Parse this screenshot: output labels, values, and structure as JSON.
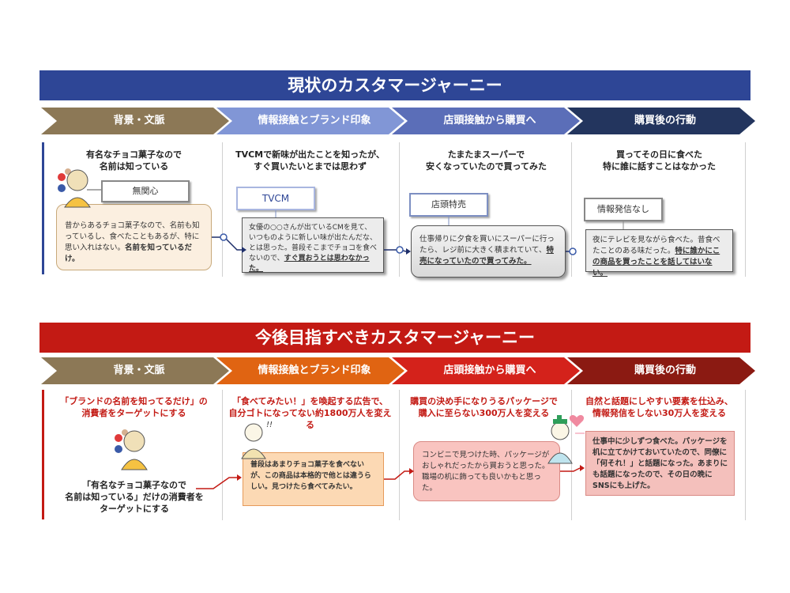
{
  "current": {
    "title": "現状のカスタマージャーニー",
    "stages": [
      "背景・文脈",
      "情報接触とブランド印象",
      "店頭接触から購買へ",
      "購買後の行動"
    ],
    "stage_colors": [
      "#8c7856",
      "#8196d6",
      "#5b6eb8",
      "#23355e"
    ],
    "headings": [
      "有名なチョコ菓子なので\n名前は知っている",
      "TVCMで新味が出たことを知ったが、\nすぐ買いたいとまでは思わず",
      "たまたまスーパーで\n安くなっていたので買ってみた",
      "買ってその日に食べた\n特に誰に話すことはなかった"
    ],
    "tags": [
      "無関心",
      "TVCM",
      "店頭特売",
      "情報発信なし"
    ],
    "bodies": [
      {
        "plain": "昔からあるチョコ菓子なので、名前も知っているし、食べたこともあるが、特に思い入れはない。",
        "bold": "名前を知っているだけ。"
      },
      {
        "plain": "女優の○○さんが出ているCMを見て、いつものように新しい味が出たんだな、とは思った。普段そこまでチョコを食べないので、",
        "bold": "すぐ買おうとは思わなかった。"
      },
      {
        "plain": "仕事帰りに夕食を買いにスーパーに行ったら、レジ前に大きく積まれていて、",
        "bold": "特売になっていたので買ってみた。"
      },
      {
        "plain": "夜にテレビを見ながら食べた。昔食べたことのある味だった。",
        "bold": "特に誰かにこの商品を買ったことを話してはいない。"
      }
    ]
  },
  "future": {
    "title": "今後目指すべきカスタマージャーニー",
    "stages": [
      "背景・文脈",
      "情報接触とブランド印象",
      "店頭接触から購買へ",
      "購買後の行動"
    ],
    "stage_colors": [
      "#8c7856",
      "#e06412",
      "#d4221b",
      "#8b1a12"
    ],
    "headings": [
      "「ブランドの名前を知ってるだけ」の\n消費者をターゲットにする",
      "「食べてみたい！」を喚起する広告で、\n自分ゴトになってない約1800万人を変える",
      "購買の決め手になりうるパッケージで\n購入に至らない300万人を変える",
      "自然と話題にしやすい要素を仕込み、\n情報発信をしない30万人を変える"
    ],
    "persona_caption": "「有名なチョコ菓子なので\n名前は知っている」だけの消費者を\nターゲットにする",
    "bodies": [
      "普段はあまりチョコ菓子を食べないが、この商品は本格的で他とは違うらしい。見つけたら食べてみたい。",
      "コンビニで見つけた時、パッケージがおしゃれだったから買おうと思った。職場の机に飾っても良いかもと思った。",
      "仕事中に少しずつ食べた。パッケージを机に立てかけておいていたので、同僚に「何それ！」と話題になった。あまりにも話題になったので、その日の晩にSNSにも上げた。"
    ],
    "thought_mark": "!!"
  }
}
